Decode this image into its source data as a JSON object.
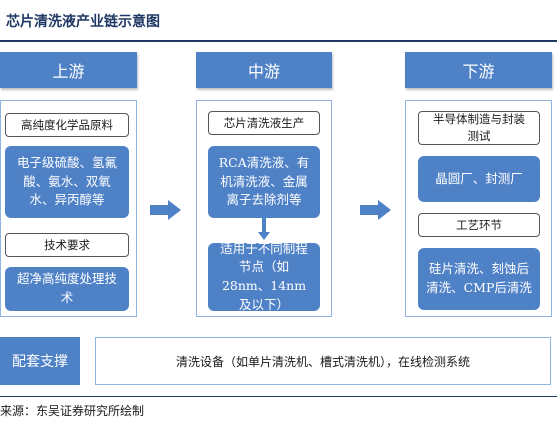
{
  "title": "芯片清洗液产业链示意图",
  "columns": {
    "upstream": {
      "header": "上游",
      "materials_label": "高纯度化学品原料",
      "chemicals": "电子级硫酸、氢氟酸、氨水、双氧水、异丙醇等",
      "tech_label": "技术要求",
      "tech_detail": "超净高纯度处理技术"
    },
    "midstream": {
      "header": "中游",
      "production_label": "芯片清洗液生产",
      "products": "RCA清洗液、有机清洗液、金属离子去除剂等",
      "nodes": "适用于不同制程节点（如28nm、14nm及以下）"
    },
    "downstream": {
      "header": "下游",
      "customer_label": "半导体制造与封装测试",
      "customers": "晶圆厂、封测厂",
      "process_label": "工艺环节",
      "processes": "硅片清洗、刻蚀后清洗、CMP后清洗"
    }
  },
  "support": {
    "label": "配套支撑",
    "content": "清洗设备（如单片清洗机、槽式清洗机），在线检测系统"
  },
  "source": "来源：东吴证券研究所绘制"
}
